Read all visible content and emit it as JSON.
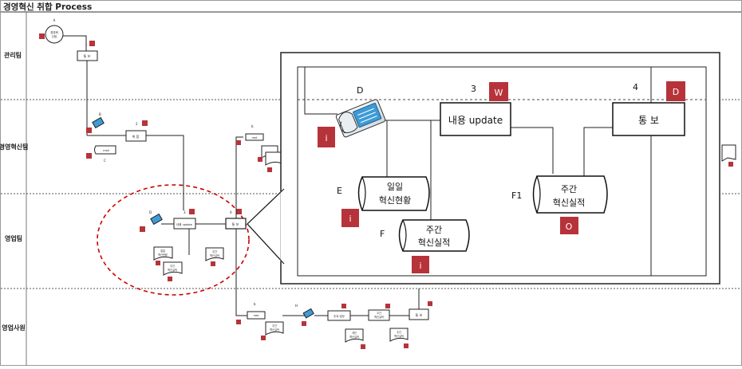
{
  "title": "경영혁신 취합 Process",
  "lanes": [
    "관리팀",
    "경영혁신팀",
    "영업팀",
    "영업사원"
  ],
  "zoom": {
    "d_label": "D",
    "step3_num": "3",
    "step3_badge": "W",
    "step3_text": "내용 update",
    "step4_num": "4",
    "step4_badge": "D",
    "step4_text": "통  보",
    "phone_badge": "i",
    "doc_e_letter": "E",
    "doc_e_line1": "일일",
    "doc_e_line2": "혁신현황",
    "doc_e_badge": "i",
    "doc_f_letter": "F",
    "doc_f_line1": "주간",
    "doc_f_line2": "혁신실적",
    "doc_f_badge": "i",
    "doc_f1_letter": "F1",
    "doc_f1_line1": "주간",
    "doc_f1_line2": "혁신실적",
    "doc_f1_badge": "O"
  },
  "mini": {
    "start_letter": "A",
    "start_l1": "경영혁",
    "start_l2": "신팀",
    "box1_num": "1",
    "box1_text": "통 보",
    "b_letter": "B",
    "c_letter": "C",
    "mail_text": "mail",
    "box2_num": "2",
    "box2_text": "취 합",
    "d_letter": "D",
    "box3_num": "3",
    "box3_text": "내용 update",
    "box4_num": "4",
    "box4_text": "통 보",
    "doc_l1": "일일",
    "doc_l2": "혁신현황",
    "doc2_l1": "주간",
    "doc2_l2": "혁신실적",
    "b2_letter": "b",
    "box_h_text": "주요 업무",
    "doc_c_l1": "개인",
    "doc_c_l2": "혁신실적",
    "box6_text": "통 보",
    "badge_i": "i",
    "badge_o": "O",
    "badge_w": "W",
    "badge_d": "D"
  },
  "colors": {
    "badge": "#b7333a",
    "lane_line": "#555555",
    "circle": "#cc0000",
    "phone": "#3d9bd6"
  }
}
